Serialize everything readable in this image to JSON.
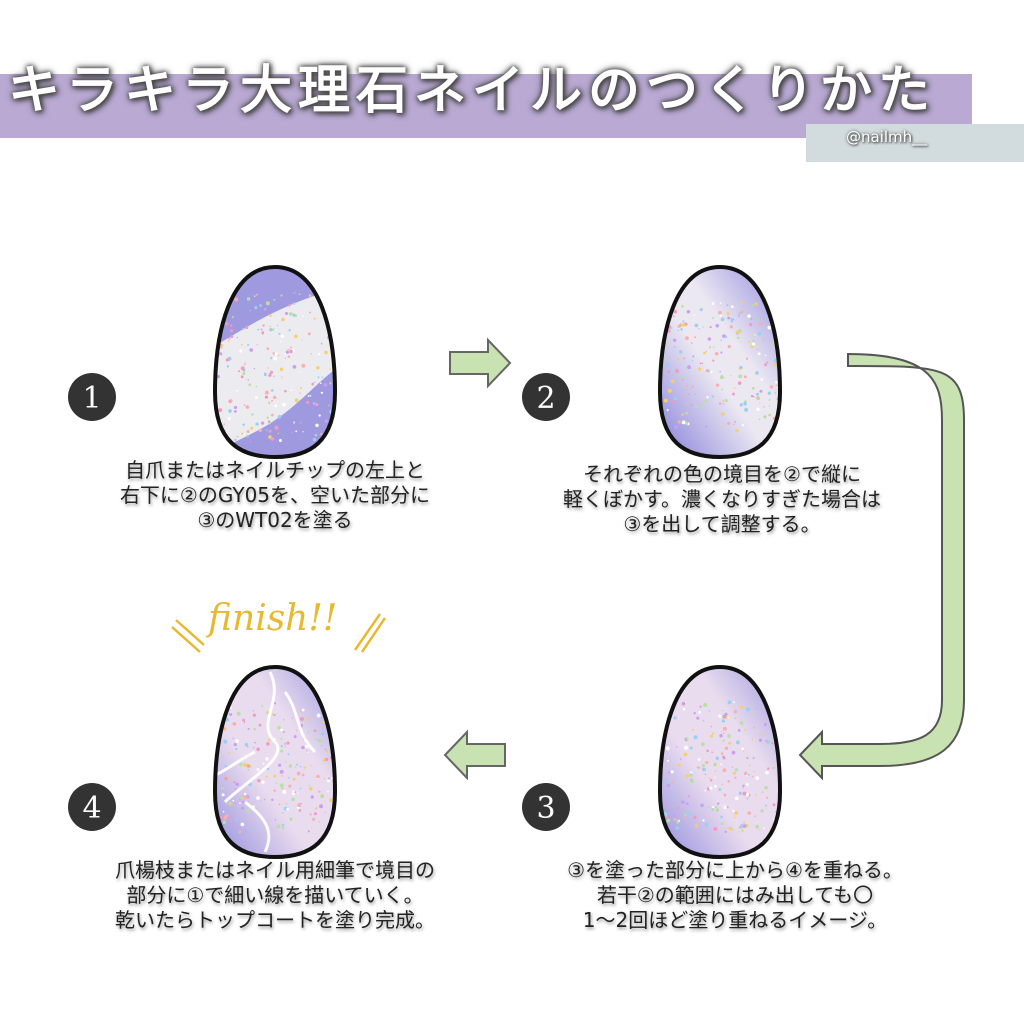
{
  "header": {
    "title": "キラキラ大理石ネイルのつくりかた",
    "handle": "@nailmh__"
  },
  "colors": {
    "band": "#b9a9d3",
    "nail": "#9f9ae0",
    "arrow": "#c9e2b2",
    "finish": "#e8b930"
  },
  "watermark": "@nailmh__",
  "finish_label": "finish!!",
  "steps": [
    {
      "number": "1",
      "lines": [
        "自爪またはネイルチップの左上と",
        "右下に②のGY05を、空いた部分に",
        "③のWT02を塗る"
      ]
    },
    {
      "number": "2",
      "lines": [
        "それぞれの色の境目を②で縦に",
        "軽くぼかす。濃くなりすぎた場合は",
        "③を出して調整する。"
      ]
    },
    {
      "number": "3",
      "lines": [
        "③を塗った部分に上から④を重ねる。",
        "若干②の範囲にはみ出しても〇",
        "1〜2回ほど塗り重ねるイメージ。"
      ]
    },
    {
      "number": "4",
      "lines": [
        "爪楊枝またはネイル用細筆で境目の",
        "部分に①で細い線を描いていく。",
        "乾いたらトップコートを塗り完成。"
      ]
    }
  ]
}
